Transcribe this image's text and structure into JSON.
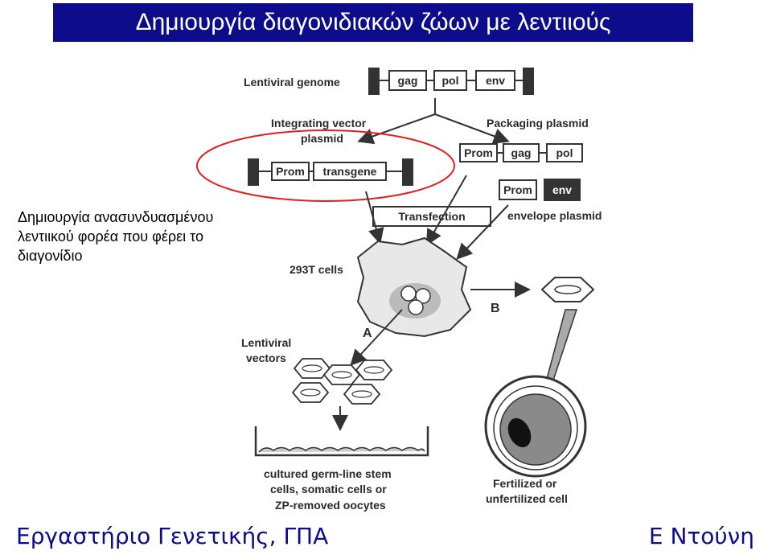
{
  "slide": {
    "title": "Δημιουργία διαγονιδιακών ζώων με λεντιιούς",
    "side_note": [
      "Δημιουργία ανασυνδυασμένου",
      "λεντιικού φορέα που φέρει το",
      "διαγονίδιο"
    ],
    "footer_left": "Εργαστήριο Γενετικής, ΓΠΑ",
    "footer_right": "Ε Ντούνη"
  },
  "diagram": {
    "lentiviral_genome": "Lentiviral genome",
    "genome_genes": [
      "gag",
      "pol",
      "env"
    ],
    "integrating_vector": [
      "Integrating vector",
      "plasmid"
    ],
    "prom": "Prom",
    "transgene": "transgene",
    "packaging_plasmid": "Packaging plasmid",
    "packaging_genes": [
      "gag",
      "pol"
    ],
    "env": "env",
    "transfection": "Transfection",
    "envelope_plasmid": "envelope plasmid",
    "cells_293t": "293T cells",
    "label_a": "A",
    "label_b": "B",
    "lentiviral_vectors": [
      "Lentiviral",
      "vectors"
    ],
    "cultured": [
      "cultured germ-line stem",
      "cells, somatic cells or",
      "ZP-removed oocytes"
    ],
    "fertilized": [
      "Fertilized or",
      "unfertilized cell"
    ]
  },
  "colors": {
    "title_bg": "#0d0d8c",
    "highlight": "#e02020",
    "footer": "#0d0d8c"
  }
}
